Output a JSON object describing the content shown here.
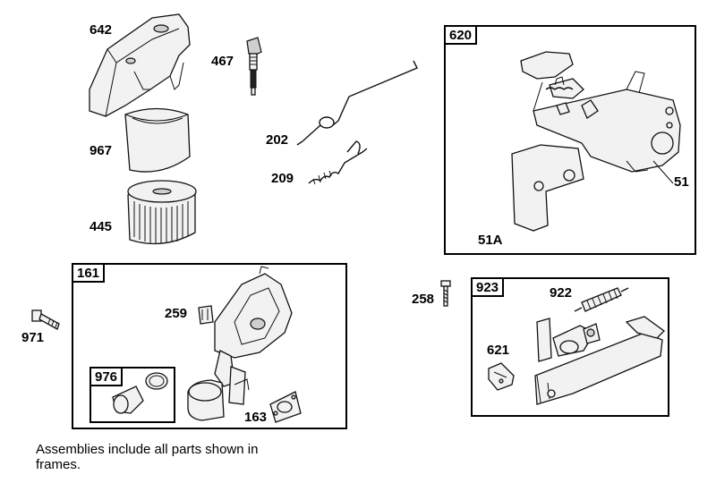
{
  "parts": {
    "p642": "642",
    "p467": "467",
    "p967": "967",
    "p202": "202",
    "p209": "209",
    "p445": "445",
    "p51": "51",
    "p51a": "51A",
    "p258": "258",
    "p922": "922",
    "p621": "621",
    "p259": "259",
    "p971": "971",
    "p163": "163"
  },
  "frames": {
    "f620": "620",
    "f161": "161",
    "f976": "976",
    "f923": "923"
  },
  "footnote": "Assemblies include all parts shown in frames."
}
